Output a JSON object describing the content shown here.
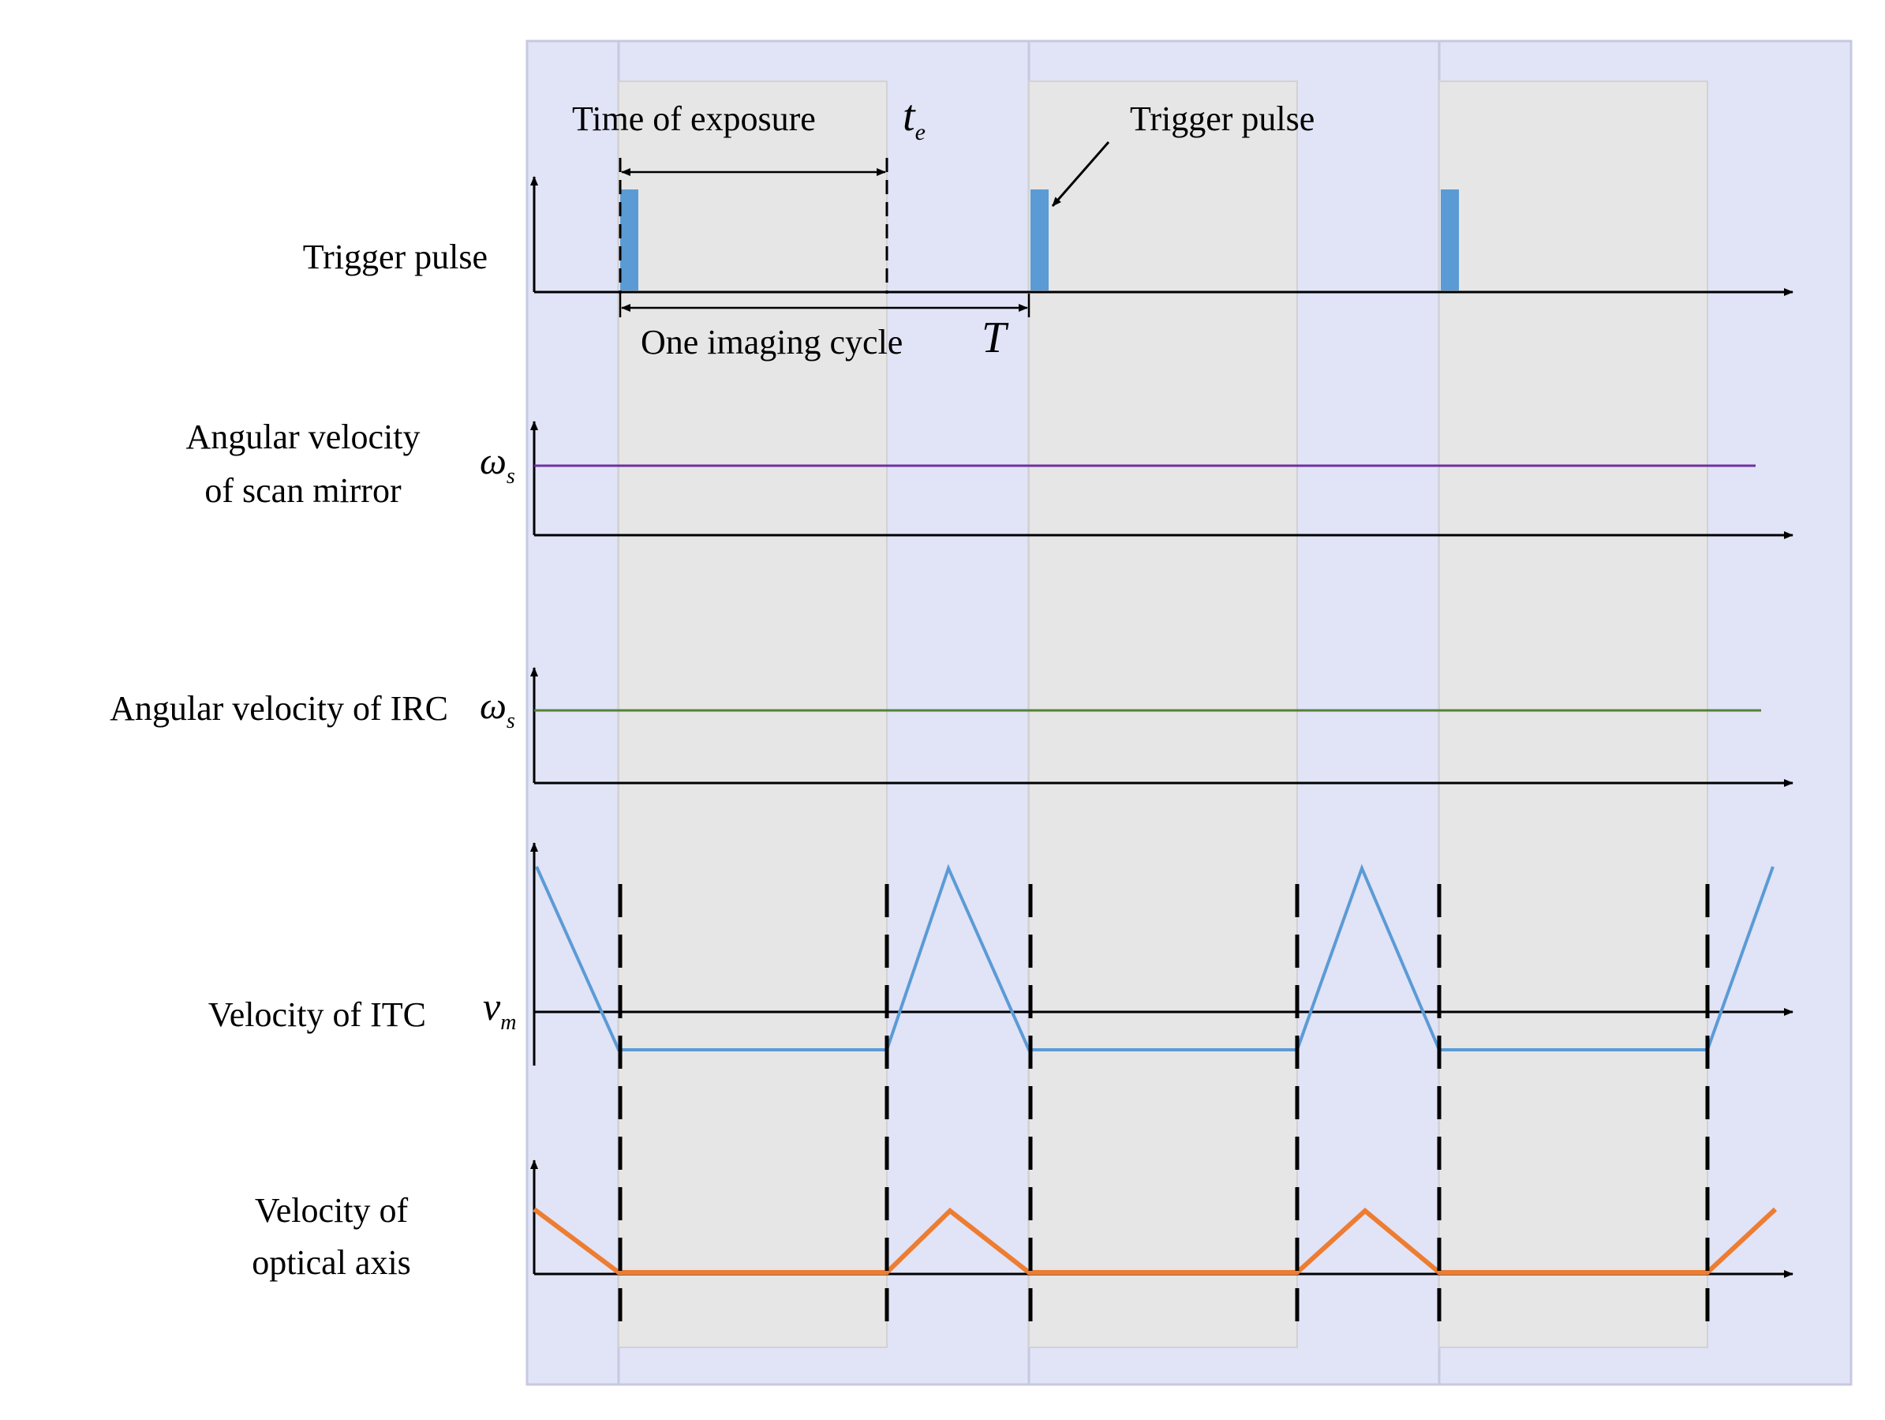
{
  "labels": {
    "time_of_exposure": "Time of exposure",
    "trigger_pulse_annotation": "Trigger pulse",
    "one_imaging_cycle": "One imaging cycle",
    "row_trigger": "Trigger pulse",
    "row_scan_mirror_line1": "Angular velocity",
    "row_scan_mirror_line2": "of scan mirror",
    "row_irc": "Angular velocity of IRC",
    "row_itc": "Velocity of ITC",
    "row_optical_line1": "Velocity of",
    "row_optical_line2": "optical axis"
  },
  "symbols": {
    "te_main": "t",
    "te_sub": "e",
    "T": "T",
    "omega_main": "ω",
    "omega_sub": "s",
    "vm_main": "v",
    "vm_sub": "m"
  },
  "colors": {
    "outer_panel": "#E1E3F7",
    "exposure_window": "#E6E6E6",
    "pulse": "#5B9BD5",
    "scan_mirror_line": "#7030A0",
    "irc_line": "#548235",
    "itc_line": "#5B9BD5",
    "optical_axis_line": "#ED7D31",
    "axis": "#000000"
  }
}
